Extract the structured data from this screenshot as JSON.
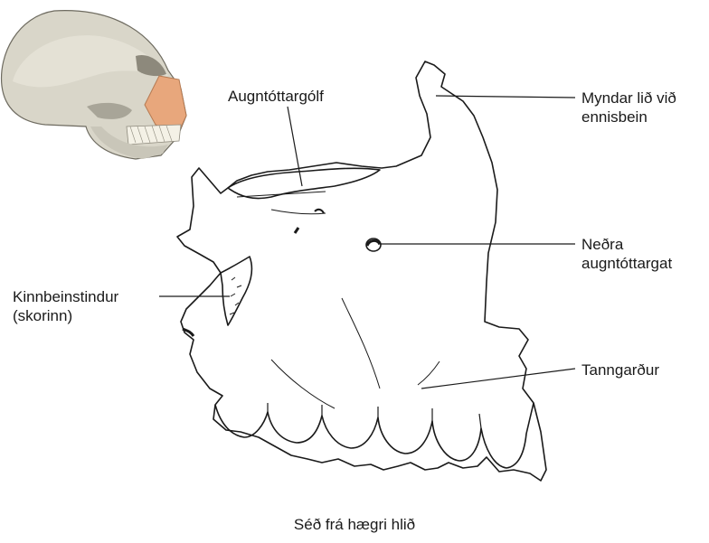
{
  "labels": {
    "orbit_floor": "Augntóttargólf",
    "frontal_process": [
      "Myndar lið við",
      "ennisbein"
    ],
    "infraorbital_foramen": [
      "Neðra",
      "augntóttargat"
    ],
    "zygomatic_process": [
      "Kinnbeinstindur",
      "(skorinn)"
    ],
    "alveolar_process": "Tanngarður"
  },
  "caption": "Séð frá hægri hlið",
  "colors": {
    "bone_fill": "#ffffff",
    "outline": "#1a1a1a",
    "highlight_bone": "#e8a77c",
    "skull_fill": "#d9d6c9",
    "skull_shadow": "#a8a598",
    "teeth": "#f4f1e6"
  },
  "icons": {
    "skull": "skull-inset-icon",
    "maxilla": "maxilla-bone-icon"
  }
}
